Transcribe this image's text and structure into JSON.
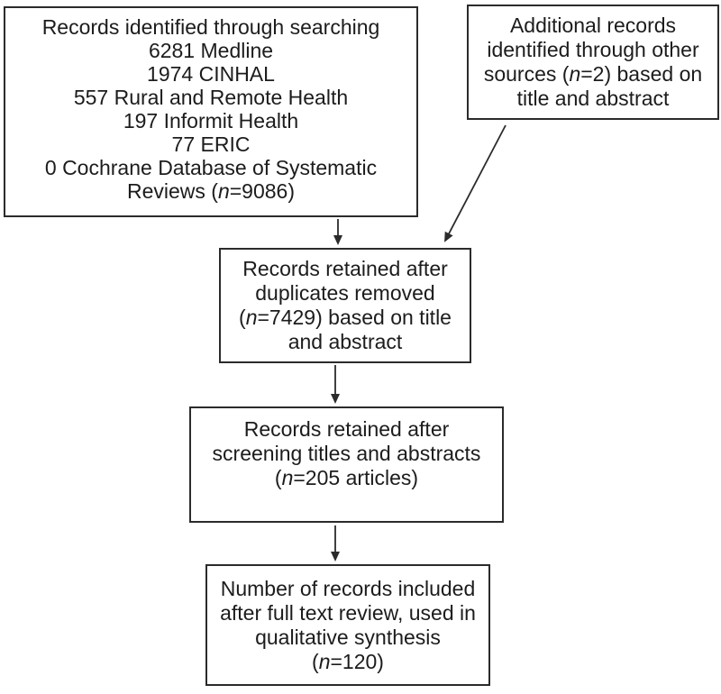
{
  "page": {
    "background": "#ffffff",
    "text_color": "#1c1c1c",
    "line_color": "#2b2b2b"
  },
  "boxes": [
    {
      "id": "records-identified",
      "lines": [
        [
          {
            "t": "Records identified through searching"
          }
        ],
        [
          {
            "t": "6281 Medline"
          }
        ],
        [
          {
            "t": "1974 CINHAL"
          }
        ],
        [
          {
            "t": "557 Rural and Remote Health"
          }
        ],
        [
          {
            "t": "197 Informit Health"
          }
        ],
        [
          {
            "t": "77 ERIC"
          }
        ],
        [
          {
            "t": "0 Cochrane Database of Systematic"
          }
        ],
        [
          {
            "t": "Reviews ("
          },
          {
            "t": "n",
            "i": true
          },
          {
            "t": "=9086)"
          }
        ]
      ]
    },
    {
      "id": "additional-records",
      "lines": [
        [
          {
            "t": "Additional records"
          }
        ],
        [
          {
            "t": "identified through other"
          }
        ],
        [
          {
            "t": "sources ("
          },
          {
            "t": "n",
            "i": true
          },
          {
            "t": "=2) based on"
          }
        ],
        [
          {
            "t": "title and abstract"
          }
        ]
      ]
    },
    {
      "id": "duplicates-removed",
      "lines": [
        [
          {
            "t": "Records retained after"
          }
        ],
        [
          {
            "t": "duplicates removed"
          }
        ],
        [
          {
            "t": "("
          },
          {
            "t": "n",
            "i": true
          },
          {
            "t": "=7429) based on title"
          }
        ],
        [
          {
            "t": "and abstract"
          }
        ]
      ]
    },
    {
      "id": "screening",
      "lines": [
        [
          {
            "t": "Records retained after"
          }
        ],
        [
          {
            "t": "screening titles and abstracts"
          }
        ],
        [
          {
            "t": "("
          },
          {
            "t": "n",
            "i": true
          },
          {
            "t": "=205 articles)"
          }
        ]
      ]
    },
    {
      "id": "included",
      "lines": [
        [
          {
            "t": "Number of records included"
          }
        ],
        [
          {
            "t": "after full text review, used in"
          }
        ],
        [
          {
            "t": "qualitative synthesis"
          }
        ],
        [
          {
            "t": "("
          },
          {
            "t": "n",
            "i": true
          },
          {
            "t": "=120)"
          }
        ]
      ]
    }
  ]
}
